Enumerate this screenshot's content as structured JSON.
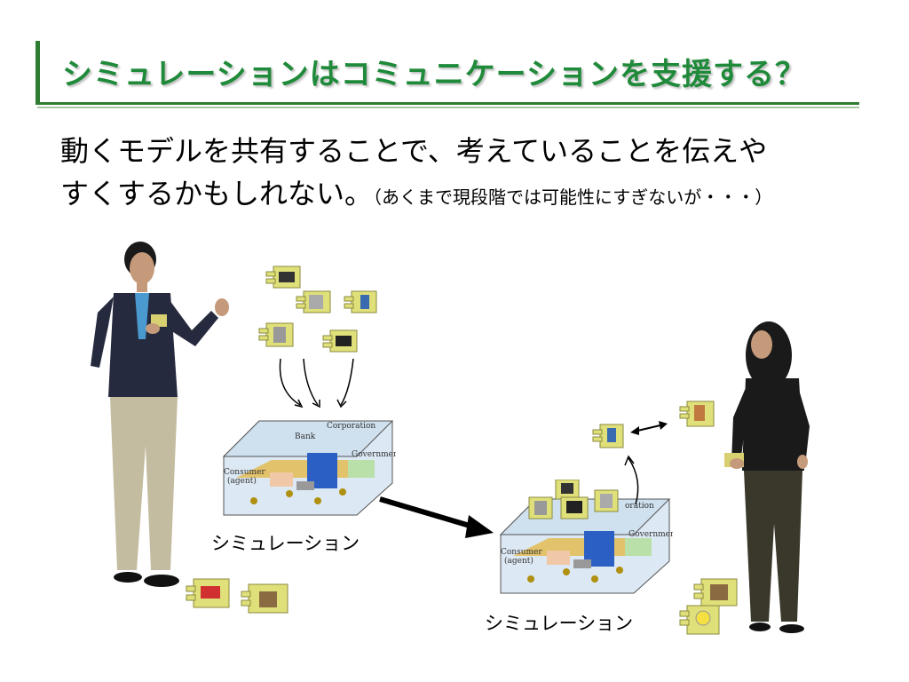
{
  "slide": {
    "title": "シミュレーションはコミュニケーションを支援する？",
    "body_line1": "動くモデルを共有することで、考えていることを伝えや",
    "body_line2": "すくするかもしれない。",
    "body_note": "（あくまで現段階では可能性にすぎないが・・・）",
    "left_sim_label": "シミュレーション",
    "right_sim_label": "シミュレーション",
    "city_labels": {
      "corporation": "Corporation",
      "bank": "Bank",
      "government": "Government",
      "consumer": "Consumer",
      "agent": "(agent)"
    },
    "right_corporation_fragment": "oration"
  },
  "colors": {
    "title_green": "#1f8a3a",
    "rule_green": "#2e7d32",
    "component_yellow": "#e0e07a"
  }
}
